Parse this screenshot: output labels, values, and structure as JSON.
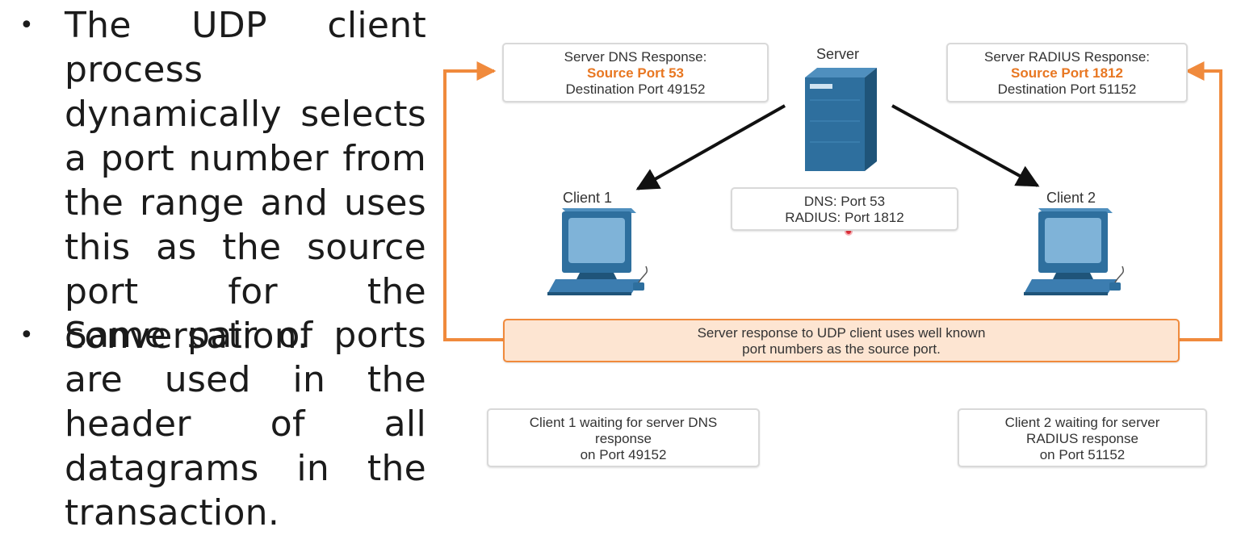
{
  "bullets": [
    {
      "text": "The UDP client process dynamically selects a port number from the range and uses this as the source port for the conversation."
    },
    {
      "text": "Same pair of ports are used in the header of all datagrams in the transaction."
    }
  ],
  "diagram": {
    "server_label": "Server",
    "client1_label": "Client 1",
    "client2_label": "Client 2",
    "dns_response": {
      "title": "Server DNS Response:",
      "source": "Source Port 53",
      "destination": "Destination Port 49152"
    },
    "radius_response": {
      "title": "Server RADIUS Response:",
      "source": "Source Port 1812",
      "destination": "Destination Port 51152"
    },
    "ports": {
      "dns": "DNS: Port 53",
      "radius": "RADIUS: Port 1812"
    },
    "well_known_note": {
      "line1": "Server response to UDP client uses well known",
      "line2": "port numbers as the source port."
    },
    "client1_waiting": {
      "line1": "Client 1 waiting for server DNS",
      "line2": "response",
      "line3": "on Port 49152"
    },
    "client2_waiting": {
      "line1": "Client 2 waiting for server",
      "line2": "RADIUS response",
      "line3": "on Port 51152"
    },
    "colors": {
      "accent_orange": "#e87722",
      "device_blue": "#2e6f9e",
      "note_fill": "#fde5d2"
    }
  }
}
